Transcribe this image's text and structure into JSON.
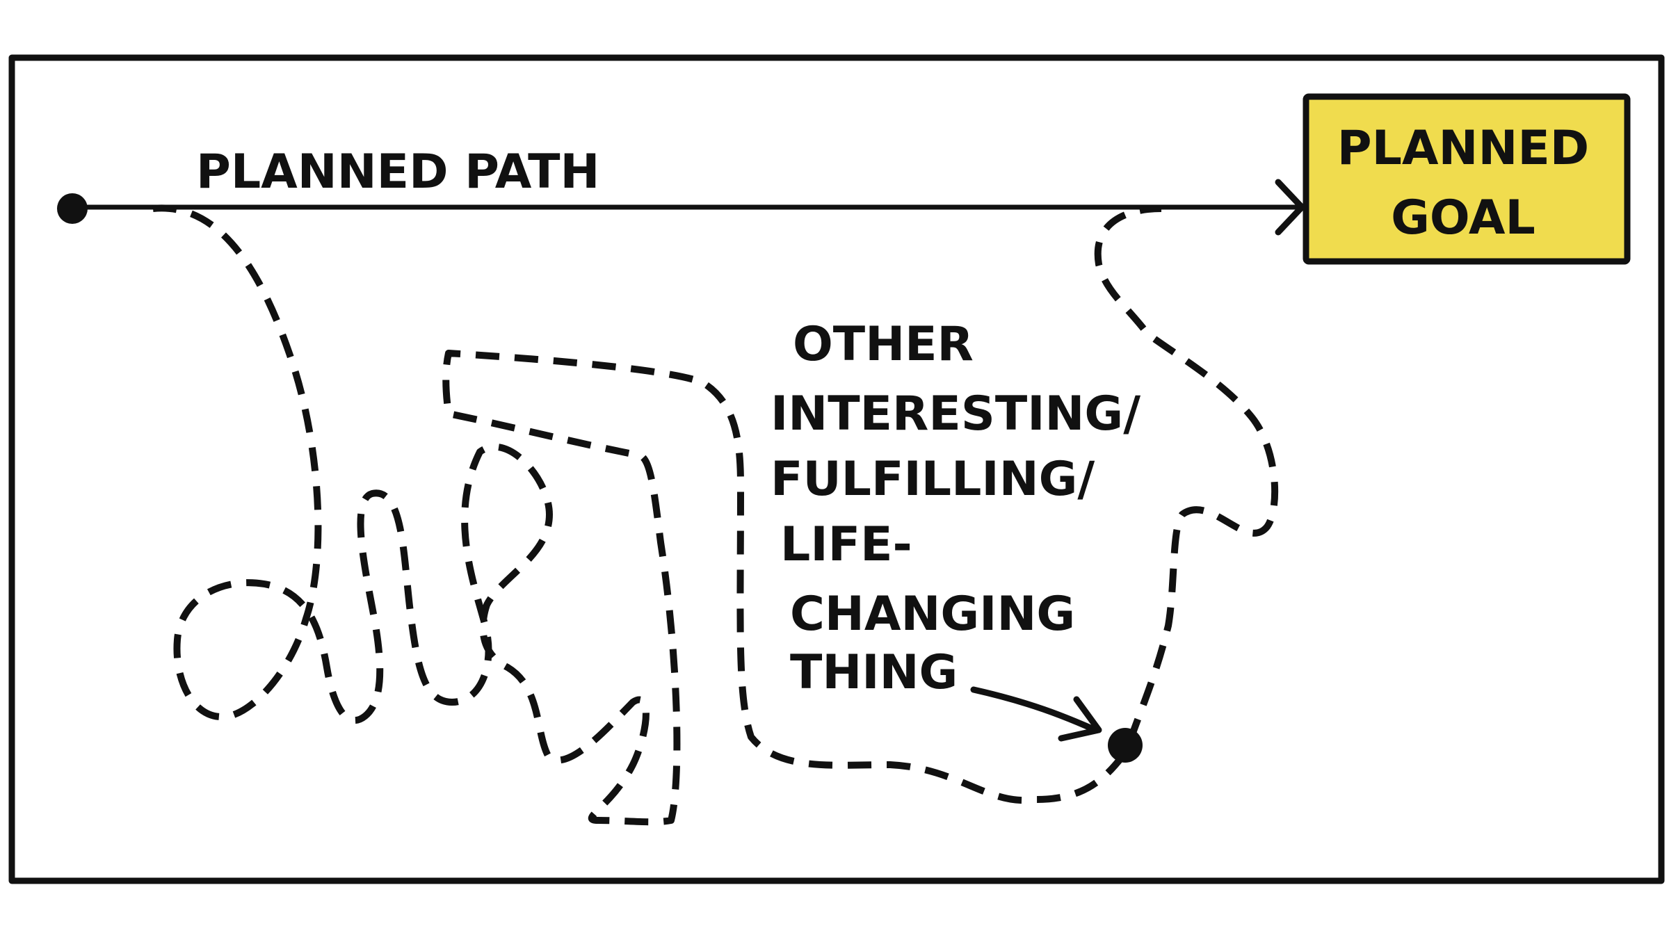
{
  "labels": {
    "planned_path": "PLANNED PATH",
    "planned_goal": [
      "PLANNED",
      "GOAL"
    ],
    "other_thing": [
      "OTHER",
      "INTERESTING/",
      "FULFILLING/",
      "LIFE-",
      "CHANGING",
      "THING"
    ]
  },
  "colors": {
    "ink": "#111111",
    "goal_fill": "#f0dc4e",
    "background": "#ffffff"
  }
}
